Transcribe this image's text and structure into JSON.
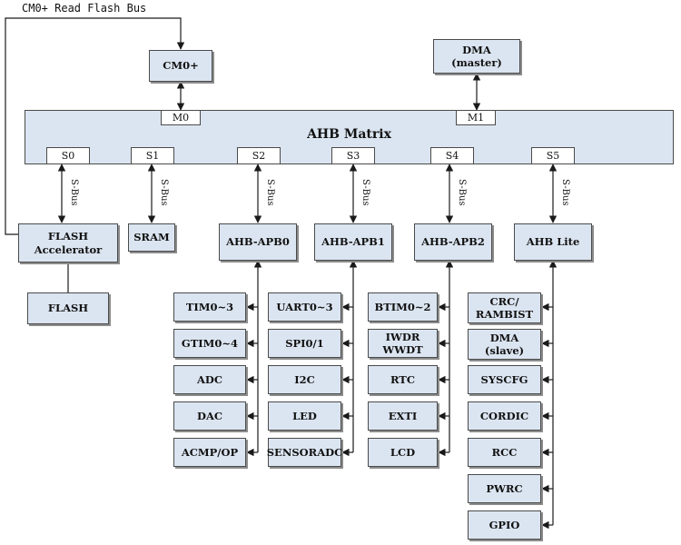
{
  "read_flash_bus_label": "CM0+ Read Flash Bus",
  "cpu": "CM0+",
  "dma_master": "DMA\n(master)",
  "matrix": {
    "title": "AHB Matrix",
    "masters": [
      "M0",
      "M1"
    ],
    "slaves": [
      "S0",
      "S1",
      "S2",
      "S3",
      "S4",
      "S5"
    ]
  },
  "sbus_label": "S-Bus",
  "flash_accel": "FLASH\nAccelerator",
  "flash": "FLASH",
  "sram": "SRAM",
  "buses": {
    "apb0": {
      "title": "AHB-APB0",
      "items": [
        "TIM0~3",
        "GTIM0~4",
        "ADC",
        "DAC",
        "ACMP/OP"
      ]
    },
    "apb1": {
      "title": "AHB-APB1",
      "items": [
        "UART0~3",
        "SPI0/1",
        "I2C",
        "LED",
        "SENSORADC"
      ]
    },
    "apb2": {
      "title": "AHB-APB2",
      "items": [
        "BTIM0~2",
        "IWDR\nWWDT",
        "RTC",
        "EXTI",
        "LCD"
      ]
    },
    "lite": {
      "title": "AHB Lite",
      "items": [
        "CRC/\nRAMBIST",
        "DMA\n(slave)",
        "SYSCFG",
        "CORDIC",
        "RCC",
        "PWRC",
        "GPIO"
      ]
    }
  },
  "colors": {
    "box_fill": "#dbe5f1",
    "border": "#4a4a4a",
    "line": "#1a1a1a"
  }
}
